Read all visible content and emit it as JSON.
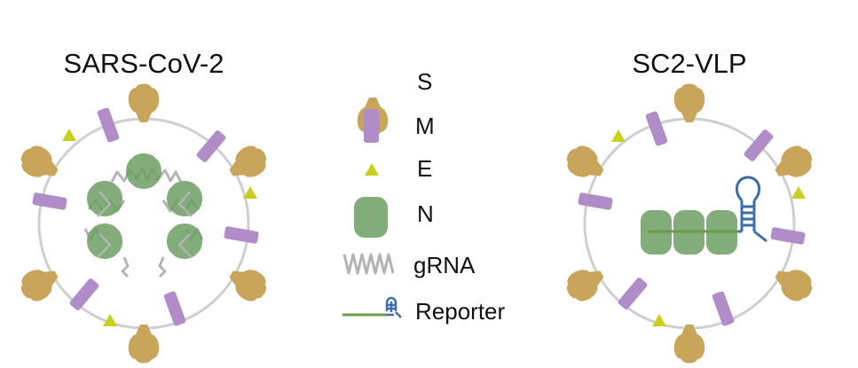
{
  "titles": {
    "left": "SARS-CoV-2",
    "right": "SC2-VLP"
  },
  "legend": {
    "items": [
      {
        "key": "S",
        "label": "S",
        "icon": "spike-icon"
      },
      {
        "key": "M",
        "label": "M",
        "icon": "membrane-protein-icon"
      },
      {
        "key": "E",
        "label": "E",
        "icon": "envelope-protein-icon"
      },
      {
        "key": "N",
        "label": "N",
        "icon": "nucleocapsid-icon"
      },
      {
        "key": "gRNA",
        "label": "gRNA",
        "icon": "genomic-rna-icon"
      },
      {
        "key": "Reporter",
        "label": "Reporter",
        "icon": "reporter-hairpin-icon"
      }
    ]
  },
  "colors": {
    "spike": "#c8a55a",
    "membrane_protein": "#b08cc8",
    "envelope_protein": "#c9cf1f",
    "nucleocapsid": "#6c9d62",
    "grna": "#b4b4b4",
    "reporter_line": "#6a9c4a",
    "reporter_hairpin": "#3d6ea8",
    "envelope_circle": "#cfcfcf"
  }
}
